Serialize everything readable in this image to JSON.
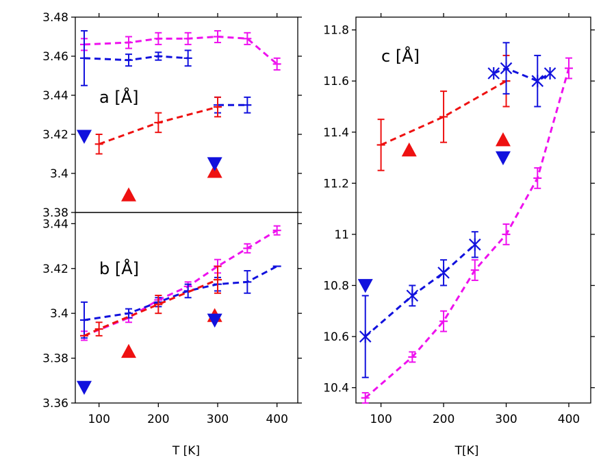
{
  "colors": {
    "red": "#ee1111",
    "blue": "#1111dd",
    "magenta": "#ee11ee",
    "axis": "#000000"
  },
  "chart_data": [
    {
      "id": "a",
      "type": "scatter",
      "title": "a [Å]",
      "xlabel": "",
      "ylabel": "",
      "xlim": [
        60,
        435
      ],
      "ylim": [
        3.38,
        3.48
      ],
      "xticks": [
        100,
        200,
        300,
        400
      ],
      "yticks": [
        3.38,
        3.4,
        3.42,
        3.44,
        3.46,
        3.48
      ],
      "ytick_labels": [
        "3.38",
        "3.4",
        "3.42",
        "3.44",
        "3.46",
        "3.48"
      ],
      "grid": false,
      "series": [
        {
          "color": "magenta",
          "style": "errorbar-line",
          "points": [
            {
              "x": 75,
              "y": 3.466,
              "err": 0.003
            },
            {
              "x": 150,
              "y": 3.467,
              "err": 0.003
            },
            {
              "x": 200,
              "y": 3.469,
              "err": 0.003
            },
            {
              "x": 250,
              "y": 3.469,
              "err": 0.003
            },
            {
              "x": 300,
              "y": 3.47,
              "err": 0.003
            },
            {
              "x": 350,
              "y": 3.469,
              "err": 0.003
            },
            {
              "x": 400,
              "y": 3.456,
              "err": 0.003
            }
          ]
        },
        {
          "color": "blue",
          "style": "errorbar-line",
          "points": [
            {
              "x": 75,
              "y": 3.459,
              "err": 0.014
            },
            {
              "x": 150,
              "y": 3.458,
              "err": 0.003
            },
            {
              "x": 200,
              "y": 3.46,
              "err": 0.002
            },
            {
              "x": 250,
              "y": 3.459,
              "err": 0.004
            }
          ]
        },
        {
          "color": "blue",
          "style": "errorbar-line",
          "points": [
            {
              "x": 300,
              "y": 3.435,
              "err": 0.004
            },
            {
              "x": 350,
              "y": 3.435,
              "err": 0.004
            }
          ]
        },
        {
          "color": "red",
          "style": "errorbar-line",
          "points": [
            {
              "x": 100,
              "y": 3.415,
              "err": 0.005
            },
            {
              "x": 200,
              "y": 3.426,
              "err": 0.005
            },
            {
              "x": 300,
              "y": 3.434,
              "err": 0.005
            }
          ]
        },
        {
          "color": "red",
          "style": "triangle-up",
          "points": [
            {
              "x": 150,
              "y": 3.389
            },
            {
              "x": 295,
              "y": 3.401
            }
          ]
        },
        {
          "color": "blue",
          "style": "triangle-down",
          "points": [
            {
              "x": 75,
              "y": 3.419
            },
            {
              "x": 295,
              "y": 3.405
            }
          ]
        }
      ]
    },
    {
      "id": "b",
      "type": "scatter",
      "title": "b [Å]",
      "xlabel": "T [K]",
      "ylabel": "",
      "xlim": [
        60,
        435
      ],
      "ylim": [
        3.36,
        3.445
      ],
      "xticks": [
        100,
        200,
        300,
        400
      ],
      "xtick_labels": [
        "100",
        "200",
        "300",
        "400"
      ],
      "yticks": [
        3.36,
        3.38,
        3.4,
        3.42,
        3.44
      ],
      "ytick_labels": [
        "3.36",
        "3.38",
        "3.4",
        "3.42",
        "3.44"
      ],
      "grid": false,
      "series": [
        {
          "color": "magenta",
          "style": "errorbar-line",
          "points": [
            {
              "x": 75,
              "y": 3.39,
              "err": 0.002
            },
            {
              "x": 150,
              "y": 3.398,
              "err": 0.002
            },
            {
              "x": 200,
              "y": 3.406,
              "err": 0.002
            },
            {
              "x": 250,
              "y": 3.412,
              "err": 0.002
            },
            {
              "x": 300,
              "y": 3.421,
              "err": 0.003
            },
            {
              "x": 350,
              "y": 3.429,
              "err": 0.002
            },
            {
              "x": 400,
              "y": 3.437,
              "err": 0.002
            }
          ]
        },
        {
          "color": "blue",
          "style": "errorbar-line",
          "points": [
            {
              "x": 75,
              "y": 3.397,
              "err": 0.008
            },
            {
              "x": 150,
              "y": 3.4,
              "err": 0.002
            },
            {
              "x": 200,
              "y": 3.405,
              "err": 0.002
            },
            {
              "x": 250,
              "y": 3.41,
              "err": 0.003
            },
            {
              "x": 300,
              "y": 3.413,
              "err": 0.003
            },
            {
              "x": 350,
              "y": 3.414,
              "err": 0.005
            },
            {
              "x": 400,
              "y": 3.421,
              "err": 0
            }
          ]
        },
        {
          "color": "red",
          "style": "errorbar-line",
          "points": [
            {
              "x": 75,
              "y": 3.39,
              "err": 0
            },
            {
              "x": 100,
              "y": 3.393,
              "err": 0.003
            },
            {
              "x": 200,
              "y": 3.404,
              "err": 0.004
            },
            {
              "x": 300,
              "y": 3.415,
              "err": 0.006
            }
          ]
        },
        {
          "color": "red",
          "style": "triangle-up",
          "points": [
            {
              "x": 150,
              "y": 3.383
            },
            {
              "x": 295,
              "y": 3.399
            }
          ]
        },
        {
          "color": "blue",
          "style": "triangle-down",
          "points": [
            {
              "x": 75,
              "y": 3.367
            },
            {
              "x": 295,
              "y": 3.397
            }
          ]
        }
      ]
    },
    {
      "id": "c",
      "type": "scatter",
      "title": "c [Å]",
      "xlabel": "T[K]",
      "ylabel": "",
      "xlim": [
        60,
        435
      ],
      "ylim": [
        10.34,
        11.85
      ],
      "xticks": [
        100,
        200,
        300,
        400
      ],
      "xtick_labels": [
        "100",
        "200",
        "300",
        "400"
      ],
      "yticks": [
        10.4,
        10.6,
        10.8,
        11.0,
        11.2,
        11.4,
        11.6,
        11.8
      ],
      "ytick_labels": [
        "10.4",
        "10.6",
        "10.8",
        "11",
        "11.2",
        "11.4",
        "11.6",
        "11.8"
      ],
      "grid": false,
      "series": [
        {
          "color": "red",
          "style": "errorbar-line",
          "points": [
            {
              "x": 100,
              "y": 11.35,
              "err": 0.1
            },
            {
              "x": 200,
              "y": 11.46,
              "err": 0.1
            },
            {
              "x": 300,
              "y": 11.6,
              "err": 0.1
            }
          ]
        },
        {
          "color": "blue",
          "style": "errorbar-line",
          "points": [
            {
              "x": 280,
              "y": 11.63,
              "err": 0
            },
            {
              "x": 300,
              "y": 11.65,
              "err": 0.1
            },
            {
              "x": 350,
              "y": 11.6,
              "err": 0.1
            },
            {
              "x": 370,
              "y": 11.63,
              "err": 0
            }
          ]
        },
        {
          "color": "blue",
          "style": "errorbar-line",
          "points": [
            {
              "x": 75,
              "y": 10.6,
              "err": 0.16
            },
            {
              "x": 150,
              "y": 10.76,
              "err": 0.04
            },
            {
              "x": 200,
              "y": 10.85,
              "err": 0.05
            },
            {
              "x": 250,
              "y": 10.96,
              "err": 0.05
            }
          ]
        },
        {
          "color": "magenta",
          "style": "errorbar-line",
          "points": [
            {
              "x": 75,
              "y": 10.36,
              "err": 0.02
            },
            {
              "x": 150,
              "y": 10.52,
              "err": 0.02
            },
            {
              "x": 200,
              "y": 10.66,
              "err": 0.04
            },
            {
              "x": 250,
              "y": 10.86,
              "err": 0.04
            },
            {
              "x": 300,
              "y": 11.0,
              "err": 0.04
            },
            {
              "x": 350,
              "y": 11.22,
              "err": 0.04
            },
            {
              "x": 400,
              "y": 11.65,
              "err": 0.04
            }
          ]
        },
        {
          "color": "red",
          "style": "triangle-up",
          "points": [
            {
              "x": 145,
              "y": 11.33
            },
            {
              "x": 295,
              "y": 11.37
            }
          ]
        },
        {
          "color": "blue",
          "style": "triangle-down",
          "points": [
            {
              "x": 75,
              "y": 10.8
            },
            {
              "x": 295,
              "y": 11.3
            }
          ]
        }
      ]
    }
  ]
}
